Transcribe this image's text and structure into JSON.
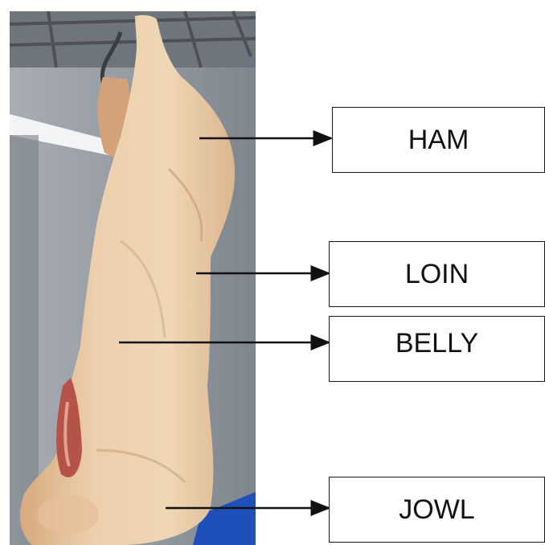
{
  "diagram": {
    "labels": [
      {
        "id": "ham",
        "text": "HAM"
      },
      {
        "id": "loin",
        "text": "LOIN"
      },
      {
        "id": "belly",
        "text": "BELLY"
      },
      {
        "id": "jowl",
        "text": "JOWL"
      }
    ]
  },
  "colors": {
    "background": "#ffffff",
    "carcass": "#e9c8a0",
    "wall": "#8d939b",
    "arrow": "#111111",
    "box_border": "#1a1a1a"
  },
  "icons": [
    "carcass-photo"
  ]
}
